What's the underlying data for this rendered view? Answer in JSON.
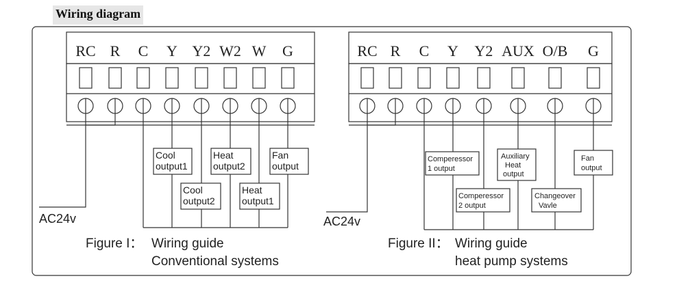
{
  "heading": "Wiring diagram",
  "figure1": {
    "terminals": [
      "RC",
      "R",
      "C",
      "Y",
      "Y2",
      "W2",
      "W",
      "G"
    ],
    "ac_label": "AC24v",
    "outputs": [
      {
        "lines": [
          "Cool",
          "output1"
        ]
      },
      {
        "lines": [
          "Heat",
          "output2"
        ]
      },
      {
        "lines": [
          "Fan",
          "output"
        ]
      },
      {
        "lines": [
          "Cool",
          "output2"
        ]
      },
      {
        "lines": [
          "Heat",
          "output1"
        ]
      }
    ],
    "caption": {
      "prefix": "Figure I：",
      "line1": "Wiring guide",
      "line2": "Conventional systems"
    }
  },
  "figure2": {
    "terminals": [
      "RC",
      "R",
      "C",
      "Y",
      "Y2",
      "AUX",
      "O/B",
      "G"
    ],
    "ac_label": "AC24v",
    "outputs": [
      {
        "lines": [
          "Compeˍressor",
          "1 output"
        ]
      },
      {
        "lines": [
          "Auxiliary",
          "Heat",
          "output"
        ]
      },
      {
        "lines": [
          "Fan",
          "output"
        ]
      },
      {
        "lines": [
          "Compeˍressor",
          "2 output"
        ]
      },
      {
        "lines": [
          "Changeover",
          "Vavle"
        ]
      }
    ],
    "caption": {
      "prefix": "Figure II：",
      "line1": "Wiring guide",
      "line2": "heat pump systems"
    }
  }
}
